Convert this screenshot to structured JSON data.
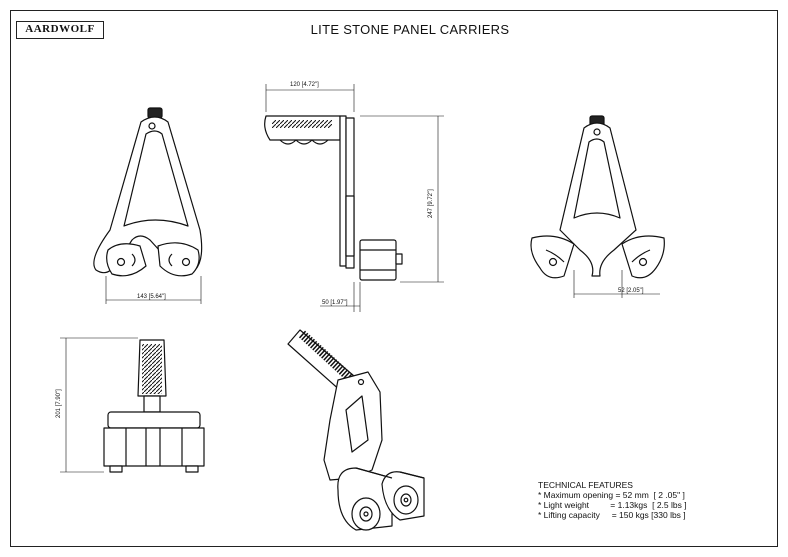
{
  "header": {
    "logo_text": "AARDWOLF",
    "title": "LITE STONE PANEL CARRIERS"
  },
  "dimensions": {
    "front_width": "143 [5.64\"]",
    "side_handle_length": "120 [4.72\"]",
    "side_height": "247 [9.72\"]",
    "side_base": "50 [1.97\"]",
    "opening": "52 [2.05\"]",
    "bottom_height": "201 [7.90\"]"
  },
  "technical_features": {
    "heading": "TECHNICAL FEATURES",
    "items": [
      "* Maximum opening = 52 mm  [ 2 .05\" ]",
      "* Light weight         = 1.13kgs  [ 2.5 lbs ]",
      "* Lifting capacity     = 150 kgs [330 lbs ]"
    ]
  }
}
